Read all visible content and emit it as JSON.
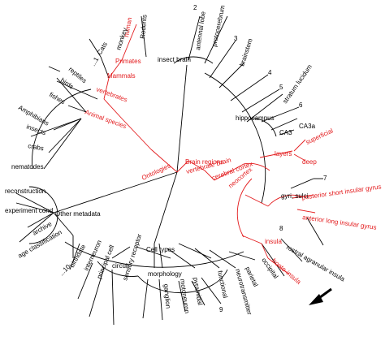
{
  "colors": {
    "highlight": "#e31a1c",
    "base": "#000000"
  },
  "arrow": {
    "icon": "arrow-icon",
    "points_to": "fronto-insula"
  },
  "labels": {
    "rodents": "Rodents",
    "human": "human",
    "monkey": "monkey",
    "cats": "Cats",
    "ellipsis1": "...1",
    "reptiles": "reptiles",
    "primates": "Primates",
    "mammals": "Mammals",
    "birds": "birds",
    "vertebrates": "vertebrates",
    "fishes": "fishes",
    "amphibians": "Amphibians",
    "animal_species": "Animal species",
    "insects": "insects",
    "crabs": "crabs",
    "nematodes": "nematodes",
    "antennal_lobe": "antennal lobe",
    "protocerebrum": "protocerebrum",
    "insect_brain": "insect brain",
    "n2": "2",
    "n3": "3",
    "brainstem": "brainstem",
    "n4": "4",
    "n5": "5",
    "stratum_lucidum": "stratum lucidum",
    "n6": "6",
    "hippocampus": "hippocampus",
    "ca3": "CA3",
    "ca3a": "CA3a",
    "brain_regions": "Brain regions",
    "vertebrate_brain": "vertebrate Brain",
    "ontologies": "Ontologies",
    "cerebral_cortex": "cerebral cortex",
    "superficial": "superficial",
    "layers": "layers",
    "deep": "deep",
    "n7": "7",
    "neocortex": "neocortex",
    "gyri_sulci": "gyri, sulci",
    "posterior_short": "posterior short insular gyrus",
    "anterior_long": "anterior long insular gyrus",
    "n8": "8",
    "insula": "insula",
    "rostral_agranular": "rostral agranular insula",
    "fronto_insula": "fronto-insula",
    "occipital": "occipital",
    "parietal": "parietal",
    "neurotransmitter": "neurotransmitter",
    "functional": "functional",
    "n9": "9",
    "pyramidal": "pyramidal",
    "motoneuron": "motoneuron",
    "ganglion": "ganglion",
    "morphology": "morphology",
    "cell_types": "Cell types",
    "circuit": "circuit",
    "sensory_receptor": "sensory receptor",
    "principal_cell": "principal cell",
    "interneuron": "interneuron",
    "birthdate": "birthdate",
    "reconstruction": "reconstruction",
    "experiment_cond": "experiment cond",
    "other_metadata": "Other metadata",
    "archive": "archive",
    "age_classification": "age classification",
    "n10": "...10"
  }
}
